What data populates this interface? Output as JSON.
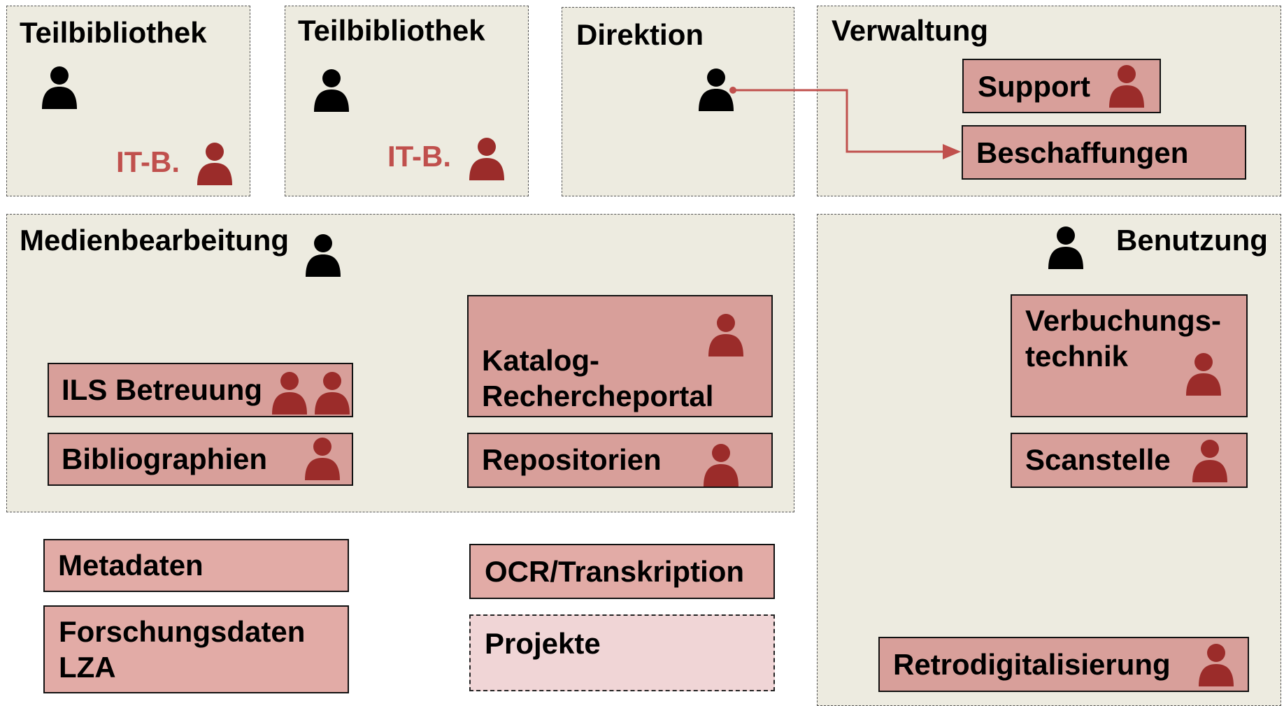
{
  "areas": {
    "teilbib1": {
      "title": "Teilbibliothek",
      "it_label": "IT-B."
    },
    "teilbib2": {
      "title": "Teilbibliothek",
      "it_label": "IT-B."
    },
    "direktion": {
      "title": "Direktion"
    },
    "verwaltung": {
      "title": "Verwaltung"
    },
    "medienbearbeitung": {
      "title": "Medienbearbeitung"
    },
    "benutzung": {
      "title": "Benutzung"
    }
  },
  "units": {
    "support": "Support",
    "beschaffungen": "Beschaffungen",
    "ils": "ILS Betreuung",
    "bibliographien": "Bibliographien",
    "katalog_line1": "Katalog-",
    "katalog_line2": "Rechercheportal",
    "repositorien": "Repositorien",
    "verbuchung_line1": "Verbuchungs-",
    "verbuchung_line2": "technik",
    "scanstelle": "Scanstelle",
    "metadaten": "Metadaten",
    "forschung_line1": "Forschungsdaten",
    "forschung_line2": "LZA",
    "ocr": "OCR/Transkription",
    "projekte": "Projekte",
    "retro": "Retrodigitalisierung"
  },
  "colors": {
    "area_bg": "#edebe0",
    "unit_bg": "#d89f9a",
    "project_bg": "#f0d5d6",
    "person_head": "#000000",
    "person_staff": "#9b2c2a",
    "it_label": "#c0504d",
    "arrow": "#c0504d"
  },
  "icons": {
    "head_person": "person-icon",
    "staff_person": "person-icon"
  }
}
